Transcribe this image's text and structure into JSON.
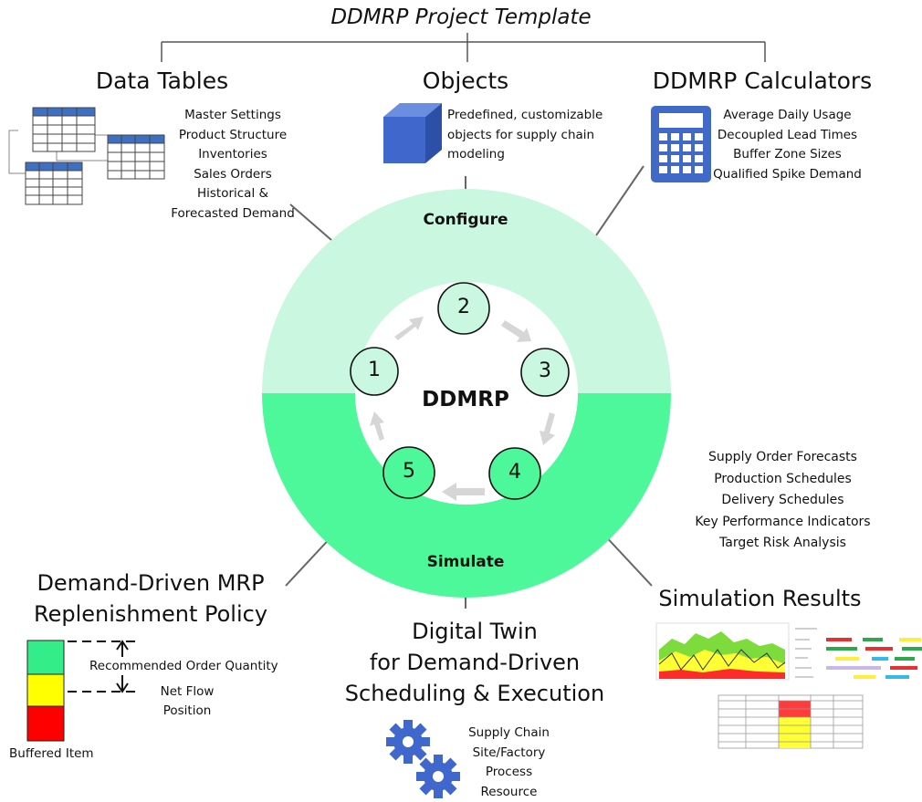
{
  "title": "DDMRP Project Template",
  "data_tables": {
    "heading": "Data Tables",
    "items": [
      "Master Settings",
      "Product Structure",
      "Inventories",
      "Sales Orders",
      "Historical &",
      "Forecasted Demand"
    ]
  },
  "objects": {
    "heading": "Objects",
    "items": [
      "Predefined, customizable",
      "objects for supply chain",
      "modeling"
    ]
  },
  "calculators": {
    "heading": "DDMRP Calculators",
    "items": [
      "Average Daily Usage",
      "Decoupled Lead Times",
      "Buffer Zone Sizes",
      "Qualified Spike Demand"
    ]
  },
  "ring": {
    "top_label": "Configure",
    "bottom_label": "Simulate",
    "center_label": "DDMRP",
    "steps": [
      "1",
      "2",
      "3",
      "4",
      "5"
    ],
    "colors": {
      "top": "#c9f7e0",
      "bottom": "#4df89a",
      "circle_light": "#c9f7e0",
      "circle_dark": "#4df89a"
    }
  },
  "results": {
    "items": [
      "Supply Order Forecasts",
      "Production Schedules",
      "Delivery Schedules",
      "Key Performance Indicators",
      "Target Risk Analysis"
    ],
    "heading": "Simulation Results"
  },
  "policy": {
    "heading_line1": "Demand-Driven MRP",
    "heading_line2": "Replenishment Policy",
    "roq_label": "Recommended Order Quantity",
    "nfp_line1": "Net Flow",
    "nfp_line2": "Position",
    "buffer_label": "Buffered Item",
    "zone_colors": {
      "green": "#33ee88",
      "yellow": "#ffff00",
      "red": "#ff0000"
    }
  },
  "twin": {
    "heading_line1": "Digital Twin",
    "heading_line2": "for Demand-Driven",
    "heading_line3": "Scheduling & Execution",
    "items": [
      "Supply Chain",
      "Site/Factory",
      "Process",
      "Resource"
    ],
    "icon": "gears-icon"
  }
}
